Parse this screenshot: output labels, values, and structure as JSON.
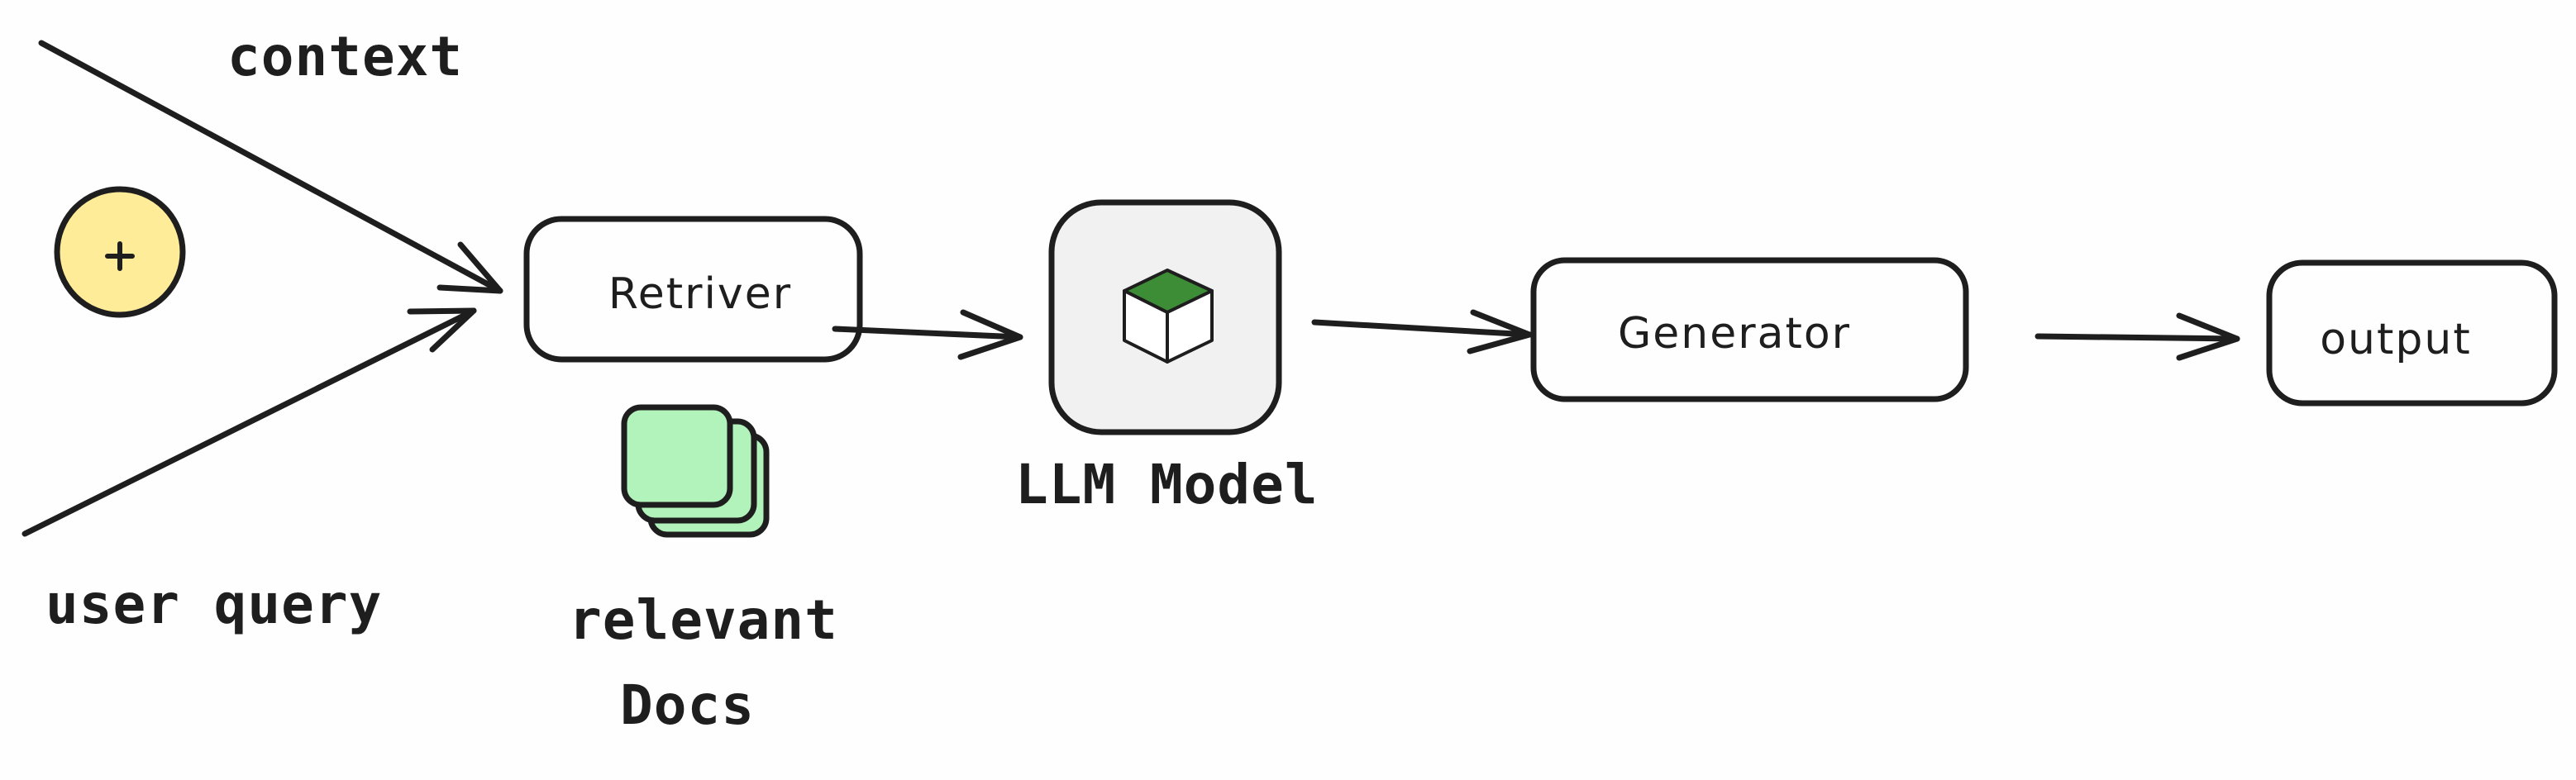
{
  "labels": {
    "context": "context",
    "user_query": "user query",
    "relevant_docs_line1": "relevant",
    "relevant_docs_line2": "Docs",
    "llm_model": "LLM Model"
  },
  "nodes": {
    "retriever": "Retriver",
    "generator": "Generator",
    "output": "output"
  },
  "icons": {
    "add": "plus-circle-icon",
    "documents": "stacked-documents-icon",
    "model": "cube-icon"
  },
  "colors": {
    "stroke": "#1e1e1e",
    "add_circle_fill": "#ffec99",
    "docs_fill": "#b2f2bb",
    "model_box_fill": "#f1f1f1",
    "cube_top": "#3d8c36"
  }
}
